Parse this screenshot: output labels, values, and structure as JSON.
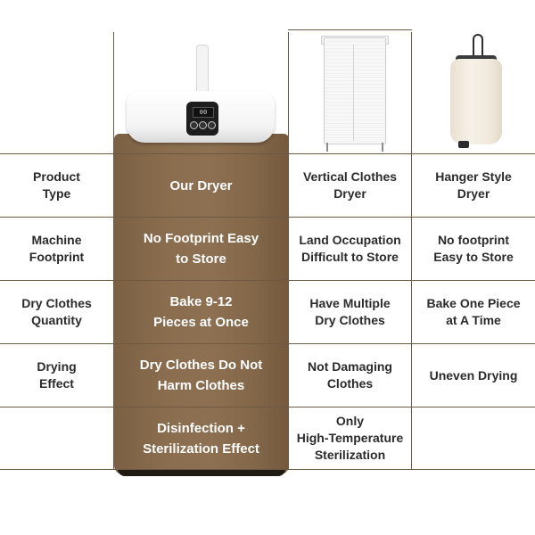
{
  "columns": {
    "ours": "Our Dryer",
    "vertical": "Vertical Clothes\nDryer",
    "hanger": "Hanger Style\nDryer"
  },
  "dryer_display": {
    "text": "00"
  },
  "rows": [
    {
      "label": "Product\nType",
      "ours": "Our Dryer",
      "vertical": "Vertical Clothes\nDryer",
      "hanger": "Hanger Style\nDryer"
    },
    {
      "label": "Machine\nFootprint",
      "ours": "No Footprint Easy\nto Store",
      "vertical": "Land Occupation\nDifficult to Store",
      "hanger": "No footprint\nEasy to Store"
    },
    {
      "label": "Dry Clothes\nQuantity",
      "ours": "Bake 9-12\nPieces at Once",
      "vertical": "Have Multiple\nDry Clothes",
      "hanger": "Bake One Piece\nat A Time"
    },
    {
      "label": "Drying\nEffect",
      "ours": "Dry Clothes Do Not\nHarm Clothes",
      "vertical": "Not Damaging\nClothes",
      "hanger": "Uneven Drying"
    },
    {
      "label": "",
      "ours": "Disinfection +\nSterilization Effect",
      "vertical": "Only\nHigh-Temperature\nSterilization",
      "hanger": ""
    }
  ],
  "colors": {
    "accent_brown": "#85694b",
    "grid_line": "#6e5a44",
    "text_dark": "#2b2b2b",
    "text_light": "#ffffff"
  }
}
